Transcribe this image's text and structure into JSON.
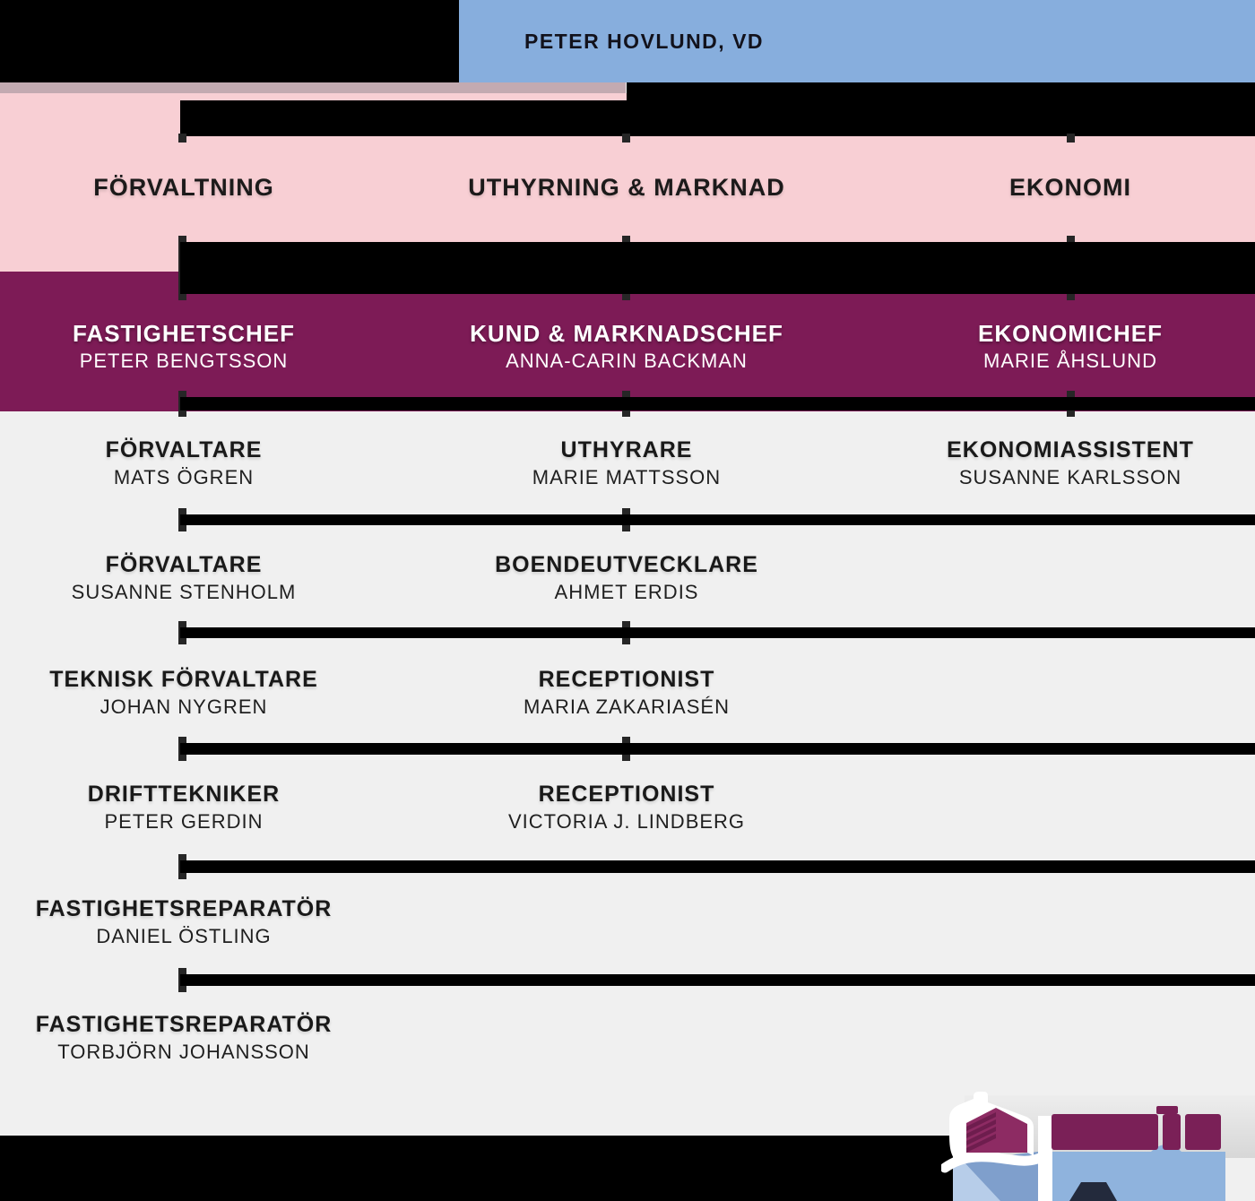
{
  "ceo": {
    "label": "PETER HOVLUND, VD"
  },
  "departments": [
    {
      "label": "FÖRVALTNING"
    },
    {
      "label": "UTHYRNING & MARKNAD"
    },
    {
      "label": "EKONOMI"
    }
  ],
  "managers": [
    {
      "title": "FASTIGHETSCHEF",
      "name": "PETER BENGTSSON"
    },
    {
      "title": "KUND & MARKNADSCHEF",
      "name": "ANNA-CARIN BACKMAN"
    },
    {
      "title": "EKONOMICHEF",
      "name": "MARIE ÅHSLUND"
    }
  ],
  "staff_rows": [
    {
      "cells": [
        {
          "column": 1,
          "title": "FÖRVALTARE",
          "name": "MATS ÖGREN"
        },
        {
          "column": 2,
          "title": "UTHYRARE",
          "name": "MARIE MATTSSON"
        },
        {
          "column": 3,
          "title": "EKONOMIASSISTENT",
          "name": "SUSANNE KARLSSON"
        }
      ]
    },
    {
      "cells": [
        {
          "column": 1,
          "title": "FÖRVALTARE",
          "name": "SUSANNE STENHOLM"
        },
        {
          "column": 2,
          "title": "BOENDEUTVECKLARE",
          "name": "AHMET ERDIS"
        }
      ]
    },
    {
      "cells": [
        {
          "column": 1,
          "title": "TEKNISK FÖRVALTARE",
          "name": "JOHAN NYGREN"
        },
        {
          "column": 2,
          "title": "RECEPTIONIST",
          "name": "MARIA ZAKARIASÉN"
        }
      ]
    },
    {
      "cells": [
        {
          "column": 1,
          "title": "DRIFTTEKNIKER",
          "name": "PETER GERDIN"
        },
        {
          "column": 2,
          "title": "RECEPTIONIST",
          "name": "VICTORIA J. LINDBERG"
        }
      ]
    },
    {
      "cells": [
        {
          "column": 1,
          "title": "FASTIGHETSREPARATÖR",
          "name": "DANIEL ÖSTLING"
        }
      ]
    },
    {
      "cells": [
        {
          "column": 1,
          "title": "FASTIGHETSREPARATÖR",
          "name": "TORBJÖRN JOHANSSON"
        }
      ]
    }
  ],
  "logo": {
    "icon": "building-over-water-icon",
    "wordmark": "illegible-purple-wordmark-blocks"
  },
  "colors": {
    "ceo_box_blue": "#87aedd",
    "band_pink": "#f8cfd4",
    "strip_mauve": "#c3aab1",
    "band_purple": "#7d1b56",
    "background_gray": "#f0f0f0",
    "connector_black": "#000000",
    "logo_face_purple": "#8d2b63",
    "logo_stripe_purple": "#6e1d4e",
    "logo_wordmark_purple": "#7a2057",
    "logo_water_blue": "#8fb3dd"
  }
}
